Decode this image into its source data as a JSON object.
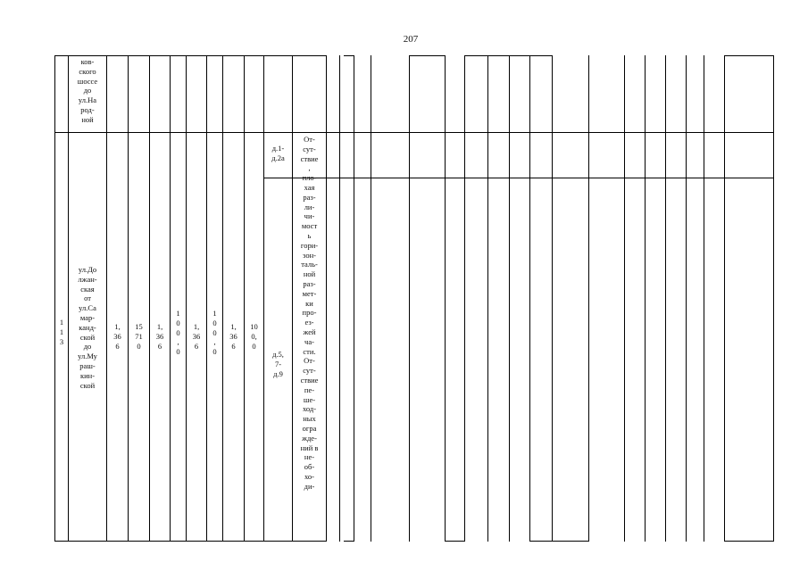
{
  "page_number": "207",
  "continued_row": {
    "street": "ков-\nского\nшоссе\nдо\nул.На\nрод-\nной"
  },
  "row": {
    "number": "1\n1\n3",
    "street": "ул.До\nлжан-\nская\nот\nул.Са\nмар-\nканд-\nской\nдо\nул.Му\nраш-\nкин-\nской",
    "v1": "1,\n36\n6",
    "v2": "15\n71\n0",
    "v3": "1,\n36\n6",
    "v4": "1\n0\n0\n,\n0",
    "v5": "1,\n36\n6",
    "v6": "1\n0\n0\n,\n0",
    "v7": "1,\n36\n6",
    "v8": "10\n0,\n0",
    "house_a": "д.1-\nд.2а",
    "house_b": "д.5,\n7-\nд.9",
    "defects": "От-\nсут-\nствие\n,\nпло-\nхая\nраз-\nли-\nчи-\nмост\nь\nгори-\nзон-\nталь-\nной\nраз-\nмет-\nки\nпро-\nез-\nжей\nча-\nсти.\nОт-\nсут-\nствие\nпе-\nше-\nход-\nных\nогра\nжде-\nний в\nне-\nоб-\nхо-\nди-"
  }
}
